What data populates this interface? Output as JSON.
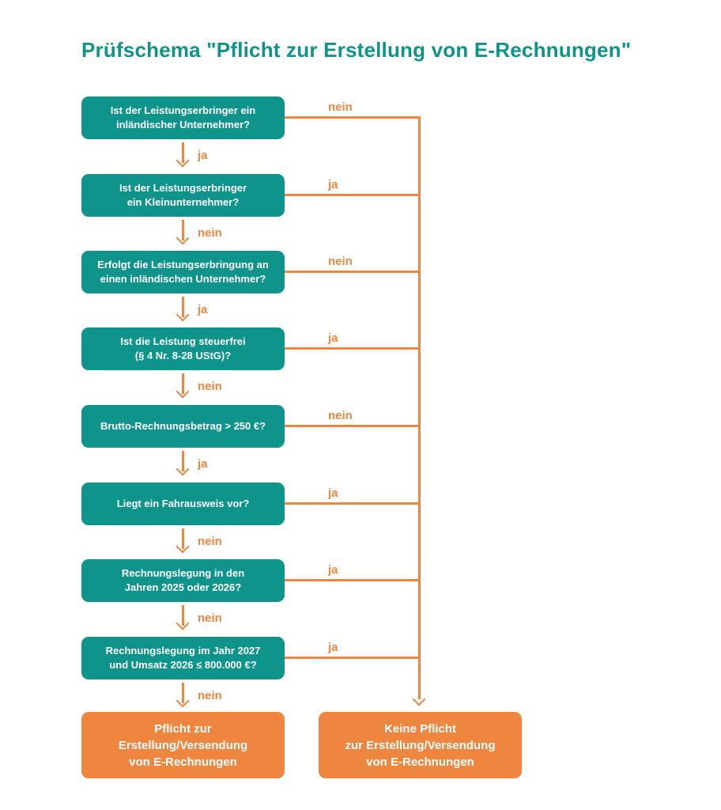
{
  "title": "Prüfschema \"Pflicht zur Erstellung von E-Rechnungen\"",
  "colors": {
    "teal": "#0E948A",
    "orange": "#EF8640"
  },
  "steps": [
    {
      "question": "Ist der Leistungserbringer ein\ninländischer Unternehmer?",
      "down_label": "ja",
      "branch_label": "nein"
    },
    {
      "question": "Ist der Leistungserbringer\nein Kleinunternehmer?",
      "down_label": "nein",
      "branch_label": "ja"
    },
    {
      "question": "Erfolgt die Leistungserbringung an\neinen inländischen Unternehmer?",
      "down_label": "ja",
      "branch_label": "nein"
    },
    {
      "question": "Ist die Leistung steuerfrei\n(§ 4 Nr. 8-28 UStG)?",
      "down_label": "nein",
      "branch_label": "ja"
    },
    {
      "question": "Brutto-Rechnungsbetrag > 250 €?",
      "down_label": "ja",
      "branch_label": "nein"
    },
    {
      "question": "Liegt ein Fahrausweis vor?",
      "down_label": "nein",
      "branch_label": "ja"
    },
    {
      "question": "Rechnungslegung in den\nJahren 2025 oder 2026?",
      "down_label": "nein",
      "branch_label": "ja"
    },
    {
      "question": "Rechnungslegung im Jahr 2027\nund Umsatz 2026 ≤ 800.000 €?",
      "down_label": "nein",
      "branch_label": "ja"
    }
  ],
  "results": {
    "obligation": "Pflicht zur\nErstellung/Versendung\nvon E-Rechnungen",
    "no_obligation": "Keine Pflicht\nzur Erstellung/Versendung\nvon E-Rechnungen"
  }
}
